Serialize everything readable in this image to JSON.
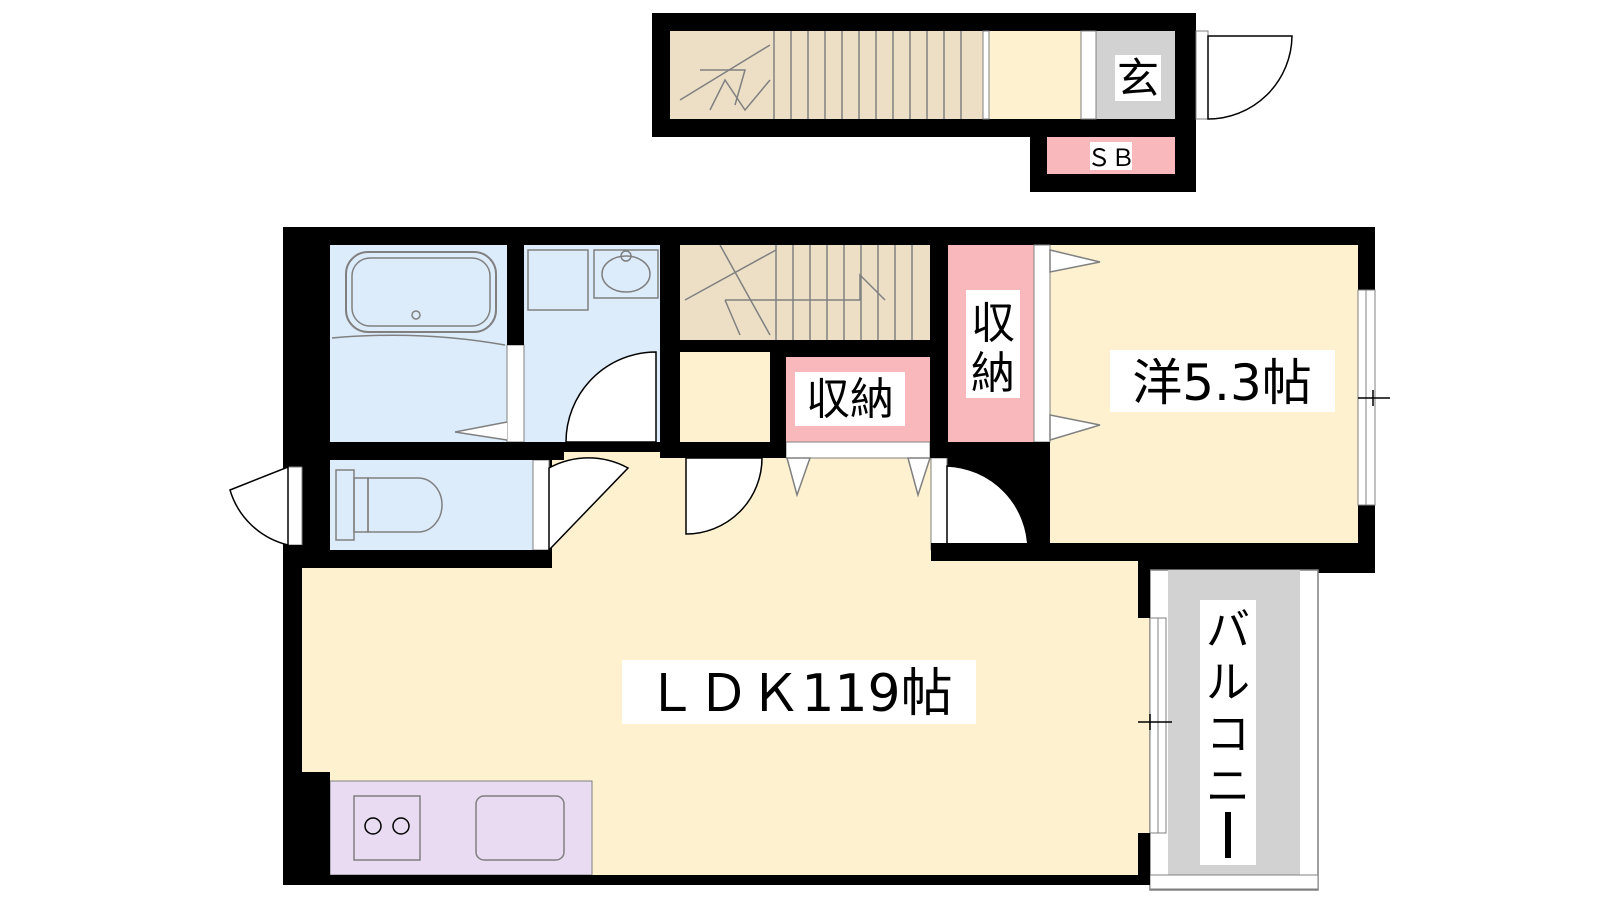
{
  "labels": {
    "genkan": "玄",
    "shoebox": "ＳＢ",
    "storage_wide": "収納",
    "storage_tall": [
      "収",
      "納"
    ],
    "western_room": "洋5.3帖",
    "ldk": "ＬＤＫ119帖",
    "balcony": [
      "バ",
      "ル",
      "コ",
      "ニ",
      "ー"
    ]
  },
  "colors": {
    "wall": "#000000",
    "floor": "#fdf1d0",
    "wet_area": "#dcecfb",
    "storage": "#f8b8bc",
    "kitchen": "#e9dbf1",
    "stairs": "#eddfc6",
    "genkan": "#d2d2d2",
    "balcony": "#d2d2d2",
    "door": "#ffffff",
    "line": "#808080"
  }
}
